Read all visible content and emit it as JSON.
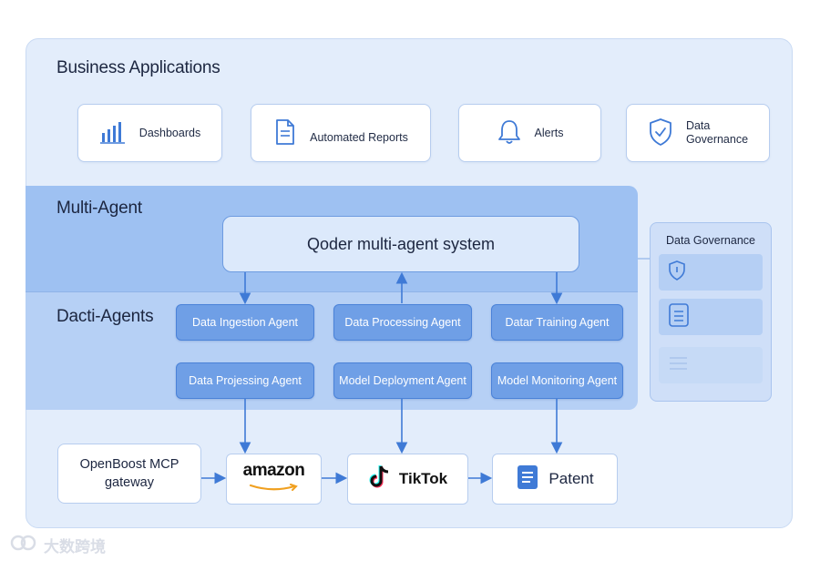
{
  "sections": {
    "business_applications": "Business Applications",
    "multi_agent": "Multi-Agent",
    "data_agents": "Dacti-Agents"
  },
  "apps": [
    {
      "label": "Dashboards",
      "icon": "bar-chart-icon"
    },
    {
      "label": "Automated Reports",
      "icon": "document-icon"
    },
    {
      "label": "Alerts",
      "icon": "bell-icon"
    },
    {
      "label_line1": "Data",
      "label_line2": "Governance",
      "icon": "shield-icon"
    }
  ],
  "core": "Qoder multi-agent system",
  "agents": [
    [
      "Data Ingestion Agent",
      "Data Processing Agent",
      "Datar Training Agent"
    ],
    [
      "Data Projessing Agent",
      "Model Deployment Agent",
      "Model Monitoring Agent"
    ]
  ],
  "governance_panel": {
    "title": "Data Governance",
    "rows": [
      "shield-icon",
      "document-icon",
      "list-icon"
    ]
  },
  "gateway": {
    "line1": "OpenBoost MCP",
    "line2": "gateway"
  },
  "platforms": [
    {
      "label": "amazon",
      "icon": "amazon-smile-icon"
    },
    {
      "label": "TikTok",
      "icon": "tiktok-icon"
    },
    {
      "label": "Patent",
      "icon": "document-icon"
    }
  ],
  "watermark": "大数跨境",
  "colors": {
    "accent": "#4a82d8",
    "agent_fill": "#6f9fe6",
    "background": "#e3edfb"
  }
}
